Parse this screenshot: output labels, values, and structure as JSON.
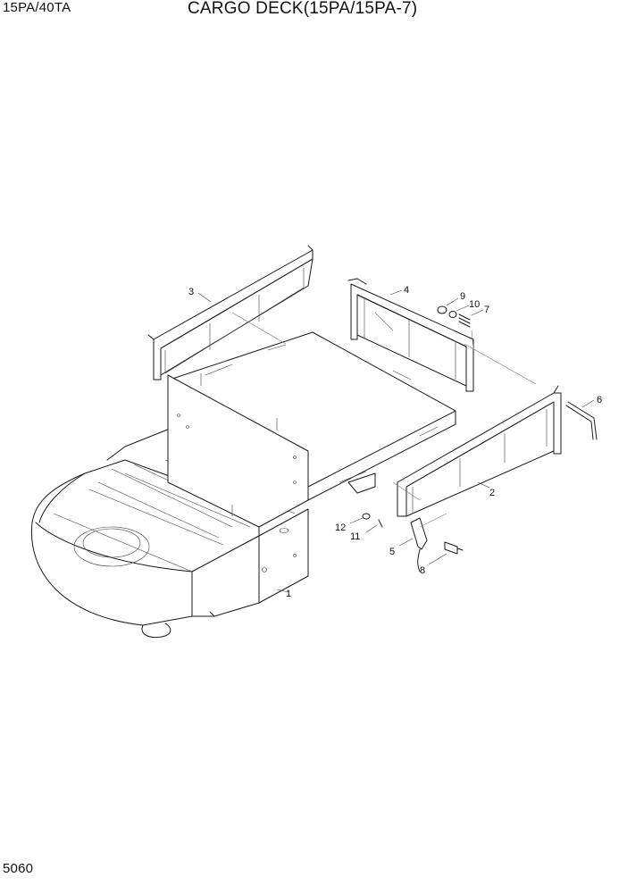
{
  "header": {
    "model": "15PA/40TA",
    "title": "CARGO DECK(15PA/15PA-7)"
  },
  "footer": {
    "page_number": "5060"
  },
  "callouts": [
    "1",
    "2",
    "3",
    "4",
    "5",
    "6",
    "7",
    "8",
    "9",
    "10",
    "11",
    "12"
  ]
}
